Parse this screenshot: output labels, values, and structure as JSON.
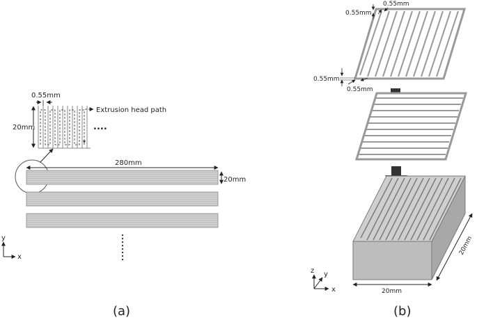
{
  "panel_a": {
    "caption": "(a)",
    "width_label": "0.55mm",
    "path_label": "Extrusion head path",
    "height_label": "20mm",
    "dots": "....",
    "length_label": "280mm",
    "strip_height_label": "20mm",
    "axis_y": "y",
    "axis_x": "x"
  },
  "panel_b": {
    "caption": "(b)",
    "top_gap_label": "0.55mm",
    "top_left_label": "0.55mm",
    "mid_left_label": "0.55mm",
    "mid_bottom_label": "0.55mm",
    "block_width_label": "20mm",
    "block_depth_label": "20mm",
    "axis_z": "z",
    "axis_y": "y",
    "axis_x": "x"
  },
  "colors": {
    "strip_fill": "#c9c9c9",
    "line": "#888888",
    "block_front": "#bdbdbd",
    "block_side": "#a8a8a8",
    "block_top": "#cfcfcf",
    "arrow": "#333333"
  }
}
